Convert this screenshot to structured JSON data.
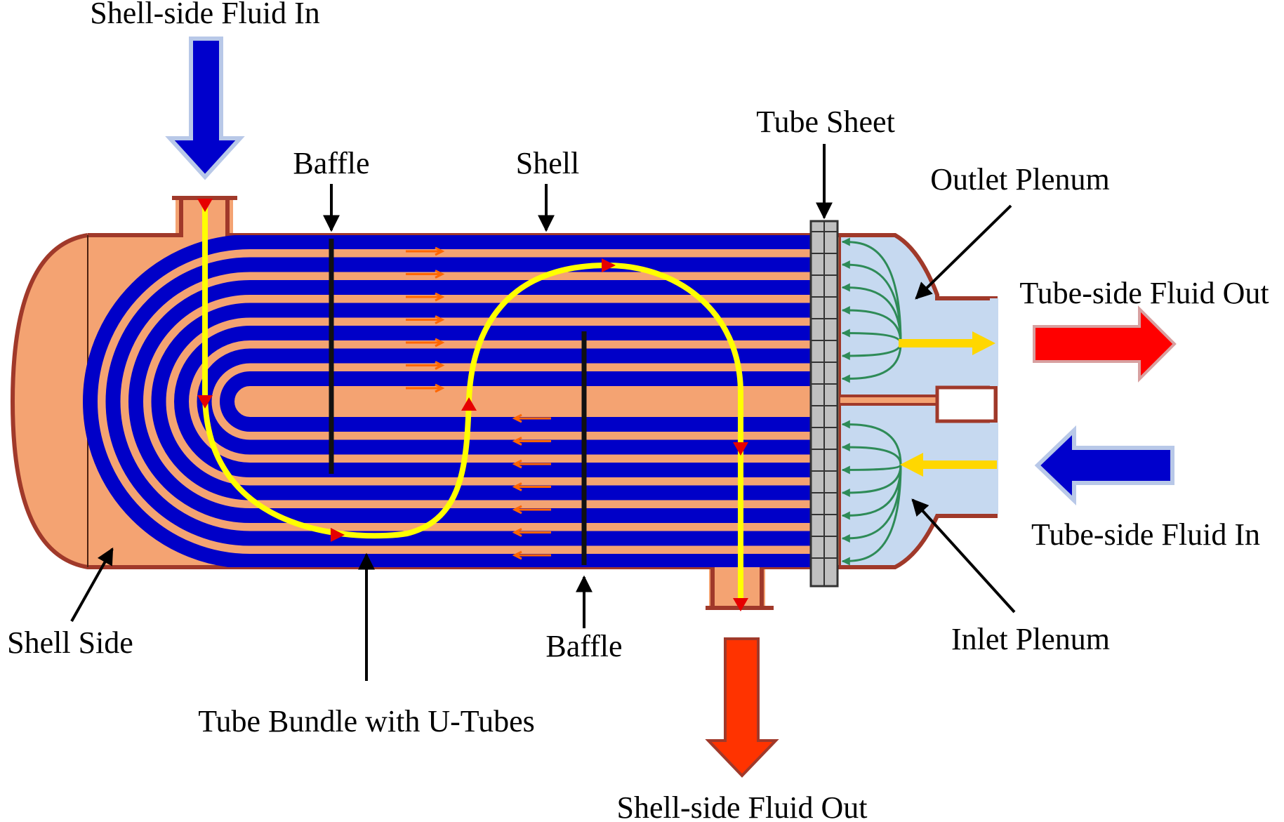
{
  "labels": {
    "shell_side_fluid_in": "Shell-side Fluid In",
    "baffle_top": "Baffle",
    "shell": "Shell",
    "tube_sheet": "Tube Sheet",
    "outlet_plenum": "Outlet Plenum",
    "tube_side_fluid_out": "Tube-side Fluid Out",
    "tube_side_fluid_in": "Tube-side Fluid In",
    "inlet_plenum": "Inlet Plenum",
    "baffle_bottom": "Baffle",
    "shell_side_fluid_out": "Shell-side Fluid Out",
    "tube_bundle": "Tube Bundle with U-Tubes",
    "shell_side": "Shell Side"
  },
  "colors": {
    "shell_fill": "#F4A372",
    "shell_outline": "#A0392A",
    "tube": "#0000C8",
    "plenum": "#C6D9F0",
    "flow_path": "#FFFF00",
    "flow_marker": "#E60000",
    "hot_arrow": "#FF0000",
    "hot_outlet_arrow": "#FF3300",
    "cold_arrow": "#0000CC",
    "distribution": "#2E8B57",
    "tube_sheet": "#C0C0C0"
  },
  "icons": {
    "shell_in": "arrow-down-icon",
    "shell_out": "arrow-down-icon",
    "tube_out": "arrow-right-icon",
    "tube_in": "arrow-left-icon"
  },
  "tube_count": 7
}
